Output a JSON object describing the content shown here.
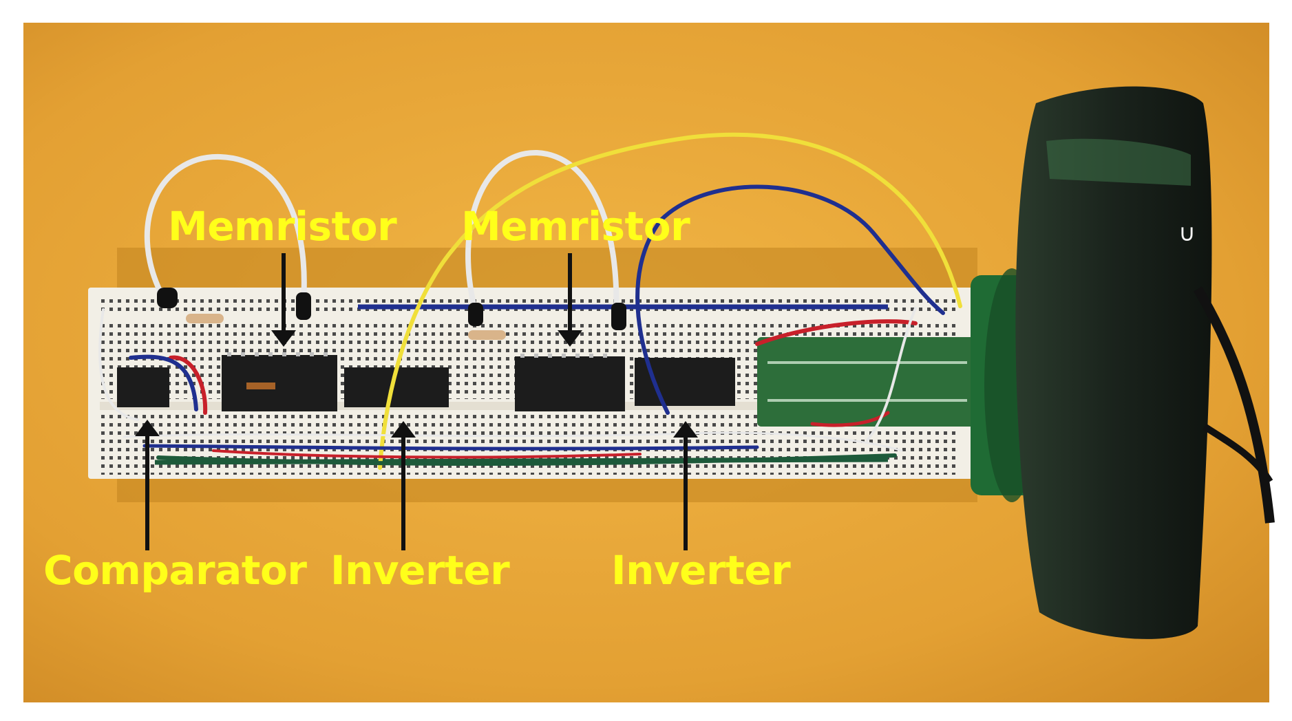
{
  "labels": {
    "memristor_left": "Memristor",
    "memristor_right": "Memristor",
    "comparator": "Comparator",
    "inverter_left": "Inverter",
    "inverter_right": "Inverter"
  },
  "colors": {
    "background": "#e8a436",
    "label_text": "#ffff1a",
    "breadboard": "#f2efe6",
    "chip": "#1c1c1c",
    "wire_blue": "#1f2f8f",
    "wire_red": "#c8202a",
    "wire_yellow": "#f0df3a",
    "wire_white": "#e8e8e8",
    "wire_green": "#1d5a3a",
    "adapter_green": "#2d6e3a",
    "device_green": "#1f6b34"
  }
}
